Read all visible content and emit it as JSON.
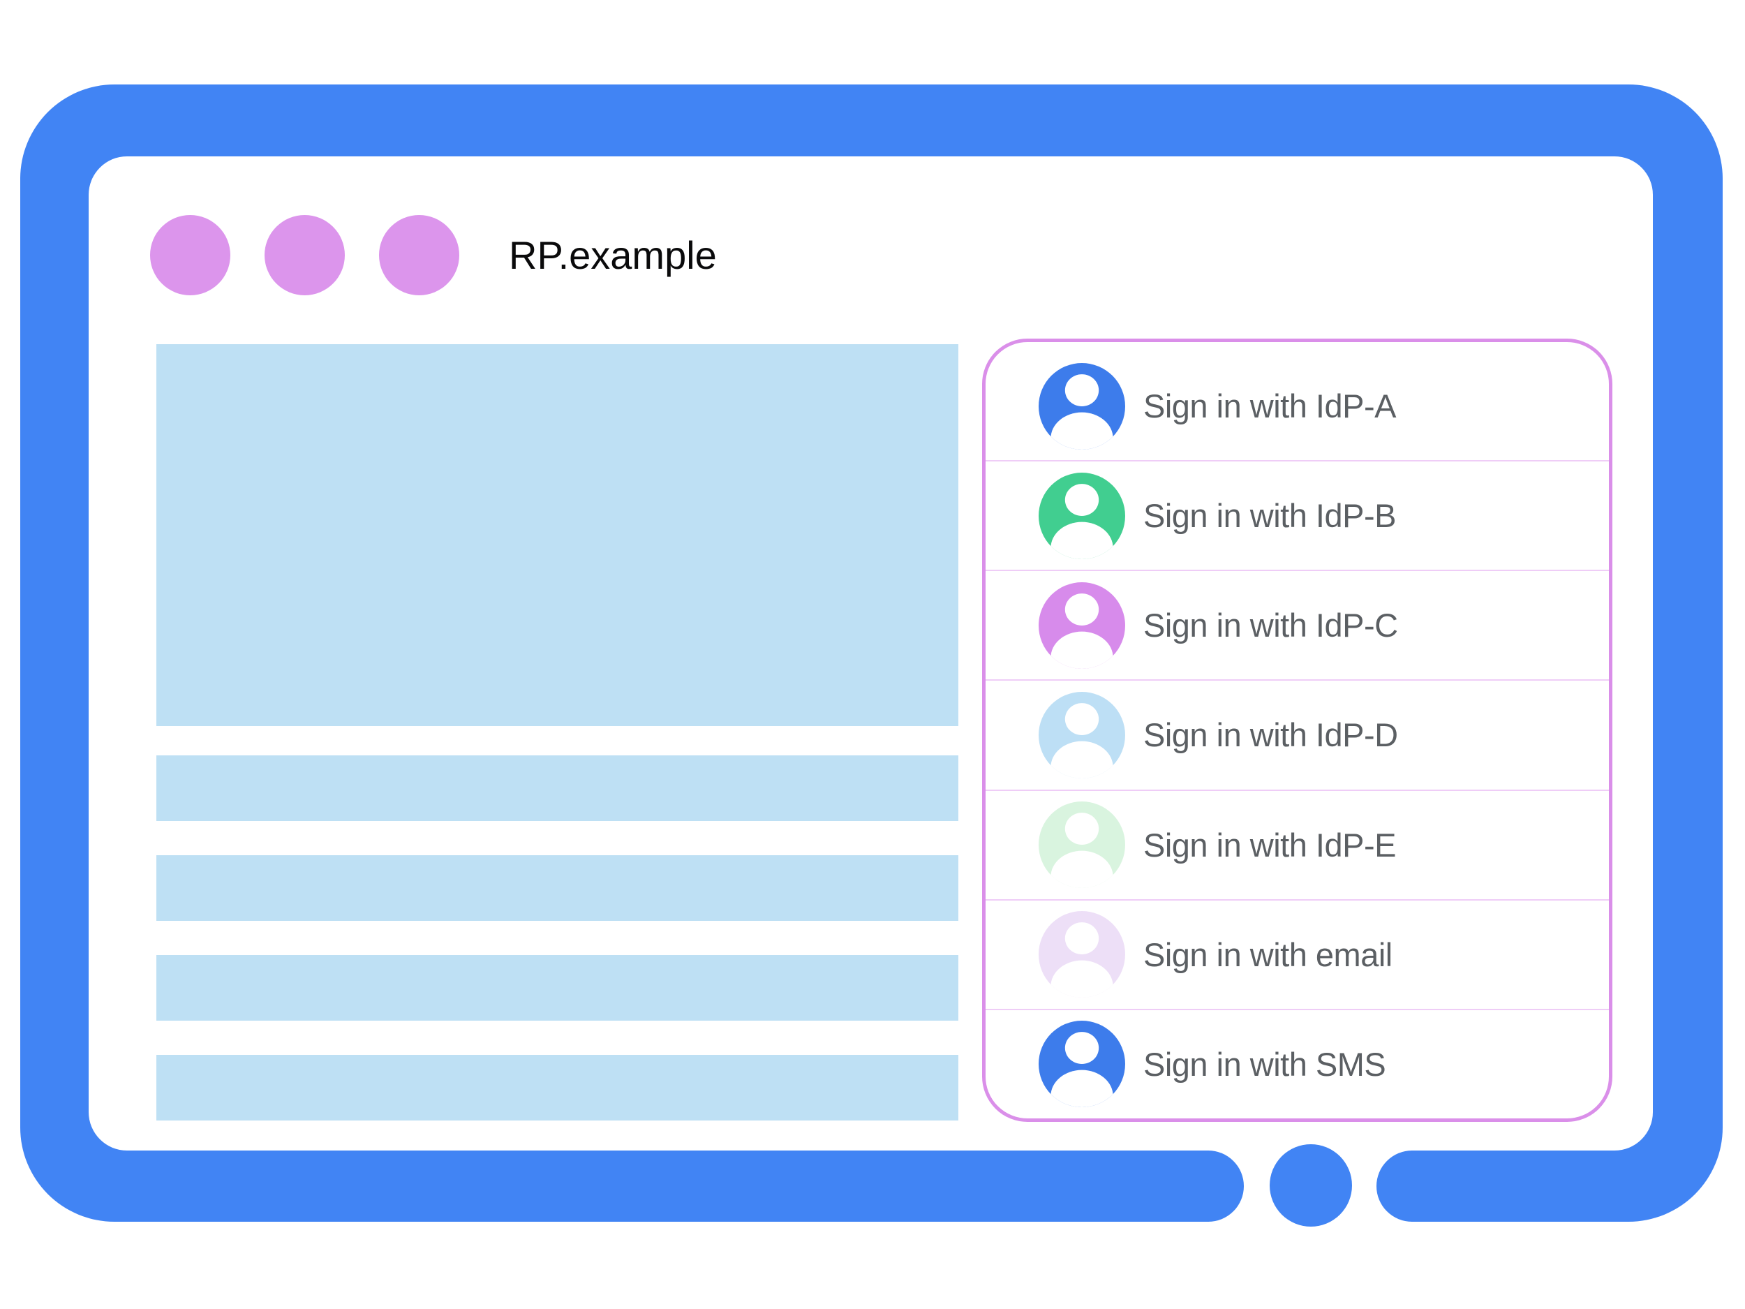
{
  "colors": {
    "frame_blue": "#4184F4",
    "screen_white": "#FFFFFF",
    "window_control_purple": "#DC95EC",
    "placeholder_blue": "#BEE0F4",
    "panel_border_pink": "#DA8FE9",
    "row_separator_pink": "#EFCDF7",
    "label_gray": "#5B5F63",
    "title_black": "#0A0A0B"
  },
  "title_bar": {
    "site_title": "RP.example"
  },
  "sign_in_panel": {
    "options": [
      {
        "label": "Sign in with IdP-A",
        "avatar_color": "#3D7CEB"
      },
      {
        "label": "Sign in with IdP-B",
        "avatar_color": "#41CE90"
      },
      {
        "label": "Sign in with IdP-C",
        "avatar_color": "#D78BEB"
      },
      {
        "label": "Sign in with IdP-D",
        "avatar_color": "#BDDFF5"
      },
      {
        "label": "Sign in with IdP-E",
        "avatar_color": "#D9F4DF"
      },
      {
        "label": "Sign in with email",
        "avatar_color": "#EDDFF7"
      },
      {
        "label": "Sign in with SMS",
        "avatar_color": "#3D7CEB"
      }
    ]
  }
}
